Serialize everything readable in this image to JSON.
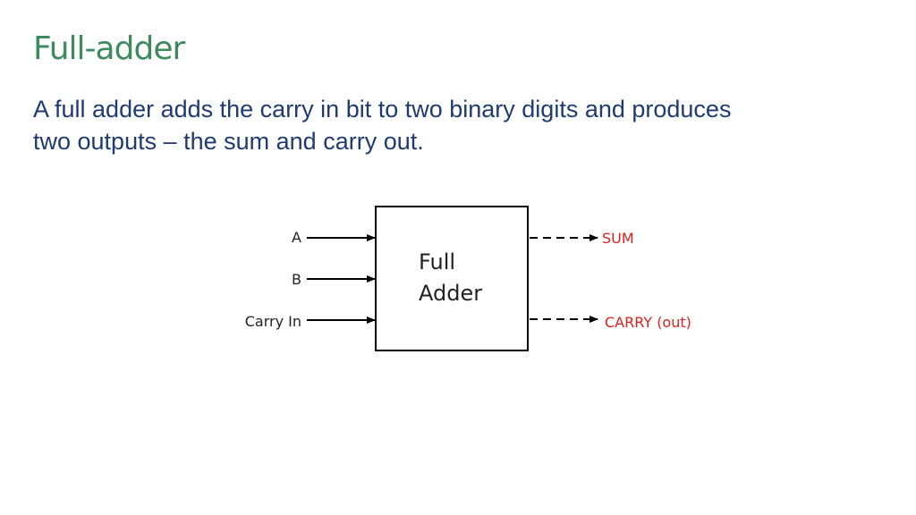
{
  "slide": {
    "title": "Full-adder",
    "body_line1": "A full adder adds the carry in bit to two binary digits and produces",
    "body_line2": "two outputs – the sum and carry out."
  },
  "diagram": {
    "box_line1": "Full",
    "box_line2": "Adder",
    "inputs": [
      "A",
      "B",
      "Carry In"
    ],
    "outputs": [
      "SUM",
      "CARRY (out)"
    ]
  },
  "colors": {
    "title": "#3d8a5f",
    "body": "#1f3b73",
    "output_label": "#e0201b"
  }
}
